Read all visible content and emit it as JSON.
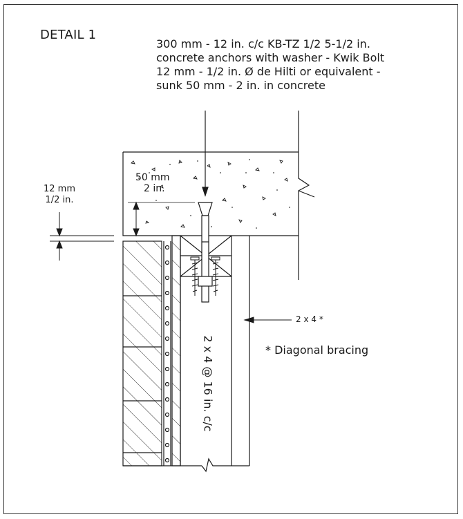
{
  "title": "DETAIL 1",
  "anchor_note": [
    "300 mm - 12 in. c/c KB-TZ 1/2 5-1/2 in.",
    "concrete anchors with washer - Kwik Bolt",
    "12 mm - 1/2 in. Ø de Hilti or equivalent -",
    "sunk 50 mm - 2 in. in concrete"
  ],
  "gap_dimension": {
    "metric": "12 mm",
    "imperial": "1/2 in."
  },
  "embed_dimension": {
    "metric": "50 mm",
    "imperial": "2 in."
  },
  "brace_member": "2 x 4 *",
  "brace_footnote": "* Diagonal bracing",
  "stud_spacing": "2 x 4 @ 16 in. c/c",
  "colors": {
    "line": "#1a1a1a",
    "background": "#ffffff"
  }
}
